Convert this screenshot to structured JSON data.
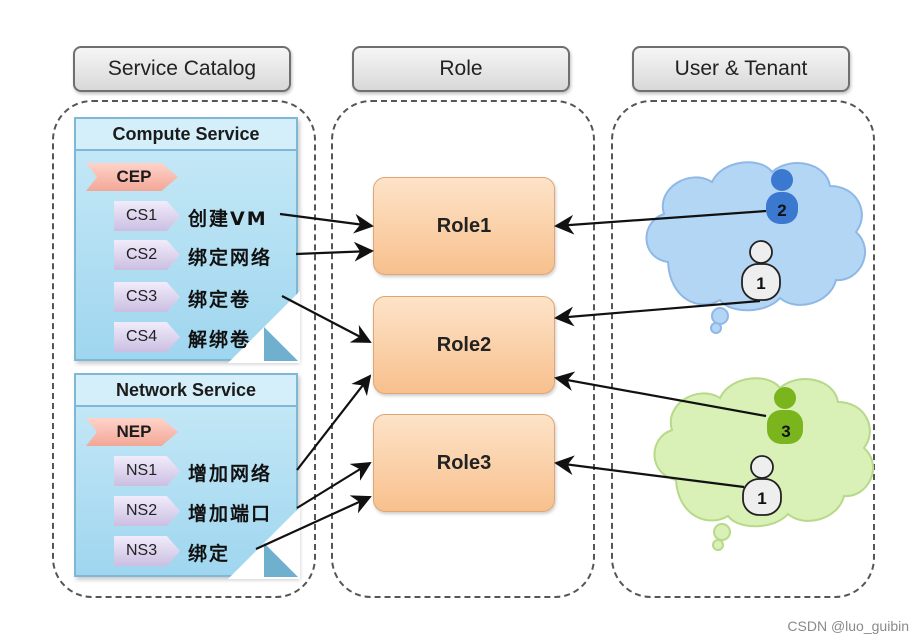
{
  "headers": {
    "service_catalog": "Service Catalog",
    "role": "Role",
    "user_tenant": "User & Tenant"
  },
  "compute_service": {
    "title": "Compute Service",
    "endpoint": "CEP",
    "operations": [
      {
        "id": "CS1",
        "label": "创建VM"
      },
      {
        "id": "CS2",
        "label": "绑定网络"
      },
      {
        "id": "CS3",
        "label": "绑定卷"
      },
      {
        "id": "CS4",
        "label": "解绑卷"
      }
    ]
  },
  "network_service": {
    "title": "Network Service",
    "endpoint": "NEP",
    "operations": [
      {
        "id": "NS1",
        "label": "增加网络"
      },
      {
        "id": "NS2",
        "label": "增加端口"
      },
      {
        "id": "NS3",
        "label": "绑定"
      }
    ]
  },
  "roles": [
    {
      "label": "Role1"
    },
    {
      "label": "Role2"
    },
    {
      "label": "Role3"
    }
  ],
  "tenants": [
    {
      "color": "#a9cff2",
      "users": [
        {
          "number": "2",
          "color": "#3b78d0"
        },
        {
          "number": "1",
          "color": "#eeeeee"
        }
      ]
    },
    {
      "color": "#d6efb0",
      "users": [
        {
          "number": "3",
          "color": "#7ab51d"
        },
        {
          "number": "1",
          "color": "#eeeeee"
        }
      ]
    }
  ],
  "connections": {
    "operation_to_role": [
      {
        "from": "CS1",
        "to": "Role1"
      },
      {
        "from": "CS2",
        "to": "Role1"
      },
      {
        "from": "CS3",
        "to": "Role2"
      },
      {
        "from": "NS1",
        "to": "Role2"
      },
      {
        "from": "NS2",
        "to": "Role3"
      },
      {
        "from": "NS3",
        "to": "Role3"
      }
    ],
    "user_to_role": [
      {
        "tenant": 1,
        "user": "2",
        "to": "Role1"
      },
      {
        "tenant": 1,
        "user": "1",
        "to": "Role2"
      },
      {
        "tenant": 2,
        "user": "3",
        "to": "Role2"
      },
      {
        "tenant": 2,
        "user": "1",
        "to": "Role3"
      }
    ]
  },
  "watermark": "CSDN @luo_guibin"
}
